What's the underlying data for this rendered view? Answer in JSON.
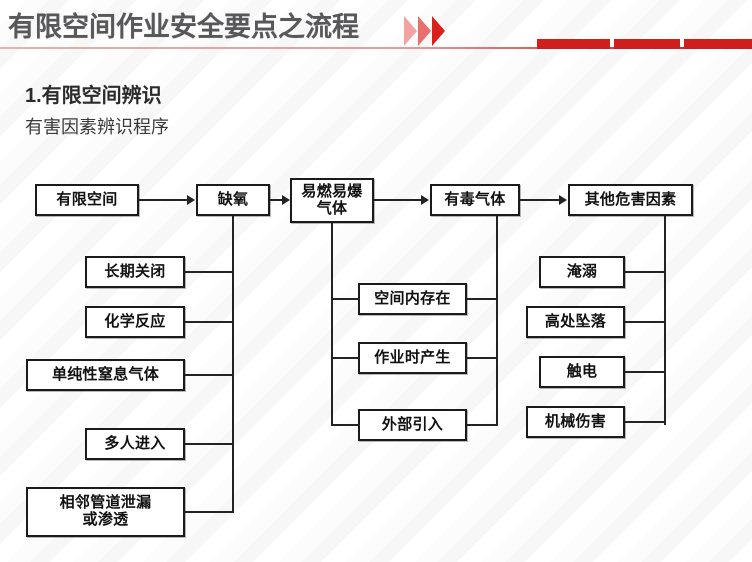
{
  "header": {
    "title": "有限空间作业安全要点之流程",
    "chevron_icon": "triple-chevron-right",
    "accent_color": "#cf1f1c",
    "title_color": "#58585a"
  },
  "section": {
    "number_title": "1.有限空间辨识",
    "subtitle": "有害因素辨识程序"
  },
  "flow": {
    "top_row": [
      {
        "label": "有限空间"
      },
      {
        "label": "缺氧"
      },
      {
        "label": "易燃易爆\n气体",
        "line1": "易燃易爆",
        "line2": "气体"
      },
      {
        "label": "有毒气体"
      },
      {
        "label": "其他危害因素"
      }
    ],
    "deficiency_causes": [
      {
        "label": "长期关闭"
      },
      {
        "label": "化学反应"
      },
      {
        "label": "单纯性窒息气体"
      },
      {
        "label": "多人进入"
      },
      {
        "label": "相邻管道泄漏\n或渗透",
        "line1": "相邻管道泄漏",
        "line2": "或渗透"
      }
    ],
    "gas_sources": [
      {
        "label": "空间内存在"
      },
      {
        "label": "作业时产生"
      },
      {
        "label": "外部引入"
      }
    ],
    "other_hazards": [
      {
        "label": "淹溺"
      },
      {
        "label": "高处坠落"
      },
      {
        "label": "触电"
      },
      {
        "label": "机械伤害"
      }
    ]
  }
}
